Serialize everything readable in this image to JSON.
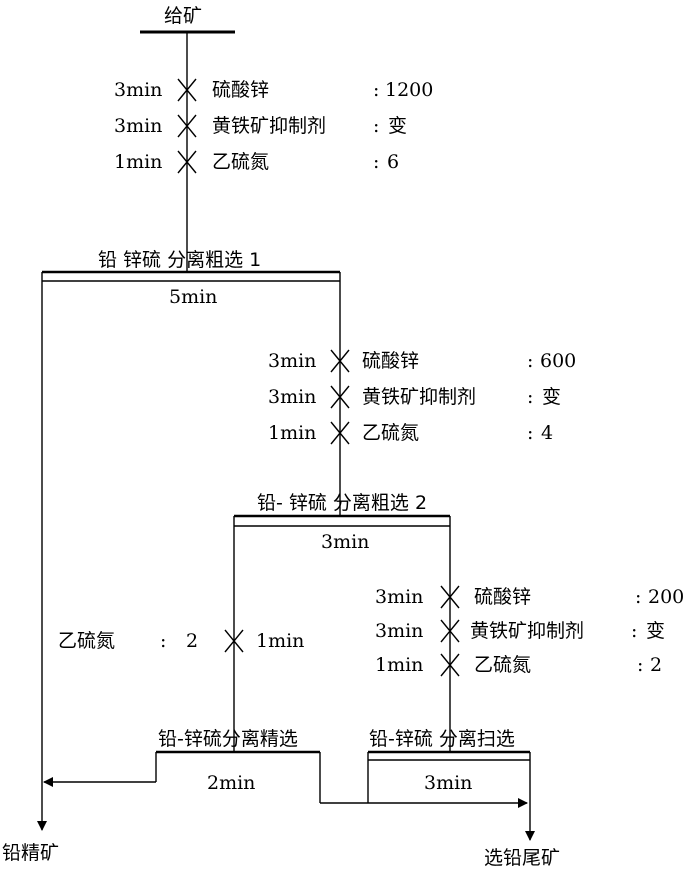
{
  "feed": {
    "label": "给矿"
  },
  "rougher1": {
    "title": "铅 锌硫  分离粗选 1",
    "time": "5min",
    "reagents": [
      {
        "time": "3min",
        "name": "硫酸锌",
        "sep": ":",
        "dose": "1200"
      },
      {
        "time": "3min",
        "name": "黄铁矿抑制剂",
        "sep": ":",
        "dose": "变"
      },
      {
        "time": "1min",
        "name": "乙硫氮",
        "sep": ":",
        "dose": "6"
      }
    ]
  },
  "rougher2": {
    "title": "铅- 锌硫 分离粗选 2",
    "time": "3min",
    "reagents": [
      {
        "time": "3min",
        "name": "硫酸锌",
        "sep": ":",
        "dose": "600"
      },
      {
        "time": "3min",
        "name": "黄铁矿抑制剂",
        "sep": ":",
        "dose": "变"
      },
      {
        "time": "1min",
        "name": "乙硫氮",
        "sep": ":",
        "dose": "4"
      }
    ]
  },
  "scavenger": {
    "title": "铅-锌硫 分离扫选",
    "time": "3min",
    "reagents": [
      {
        "time": "3min",
        "name": "硫酸锌",
        "sep": ":",
        "dose": "200"
      },
      {
        "time": "3min",
        "name": "黄铁矿抑制剂",
        "sep": ":",
        "dose": "变"
      },
      {
        "time": "1min",
        "name": "乙硫氮",
        "sep": ":",
        "dose": "2"
      }
    ]
  },
  "cleaner": {
    "title": "铅-锌硫分离精选",
    "time": "2min",
    "reagent": {
      "name": "乙硫氮",
      "sep": ":",
      "dose": "2",
      "time": "1min"
    }
  },
  "products": {
    "lead_concentrate": "铅精矿",
    "lead_tailings": "选铅尾矿"
  }
}
